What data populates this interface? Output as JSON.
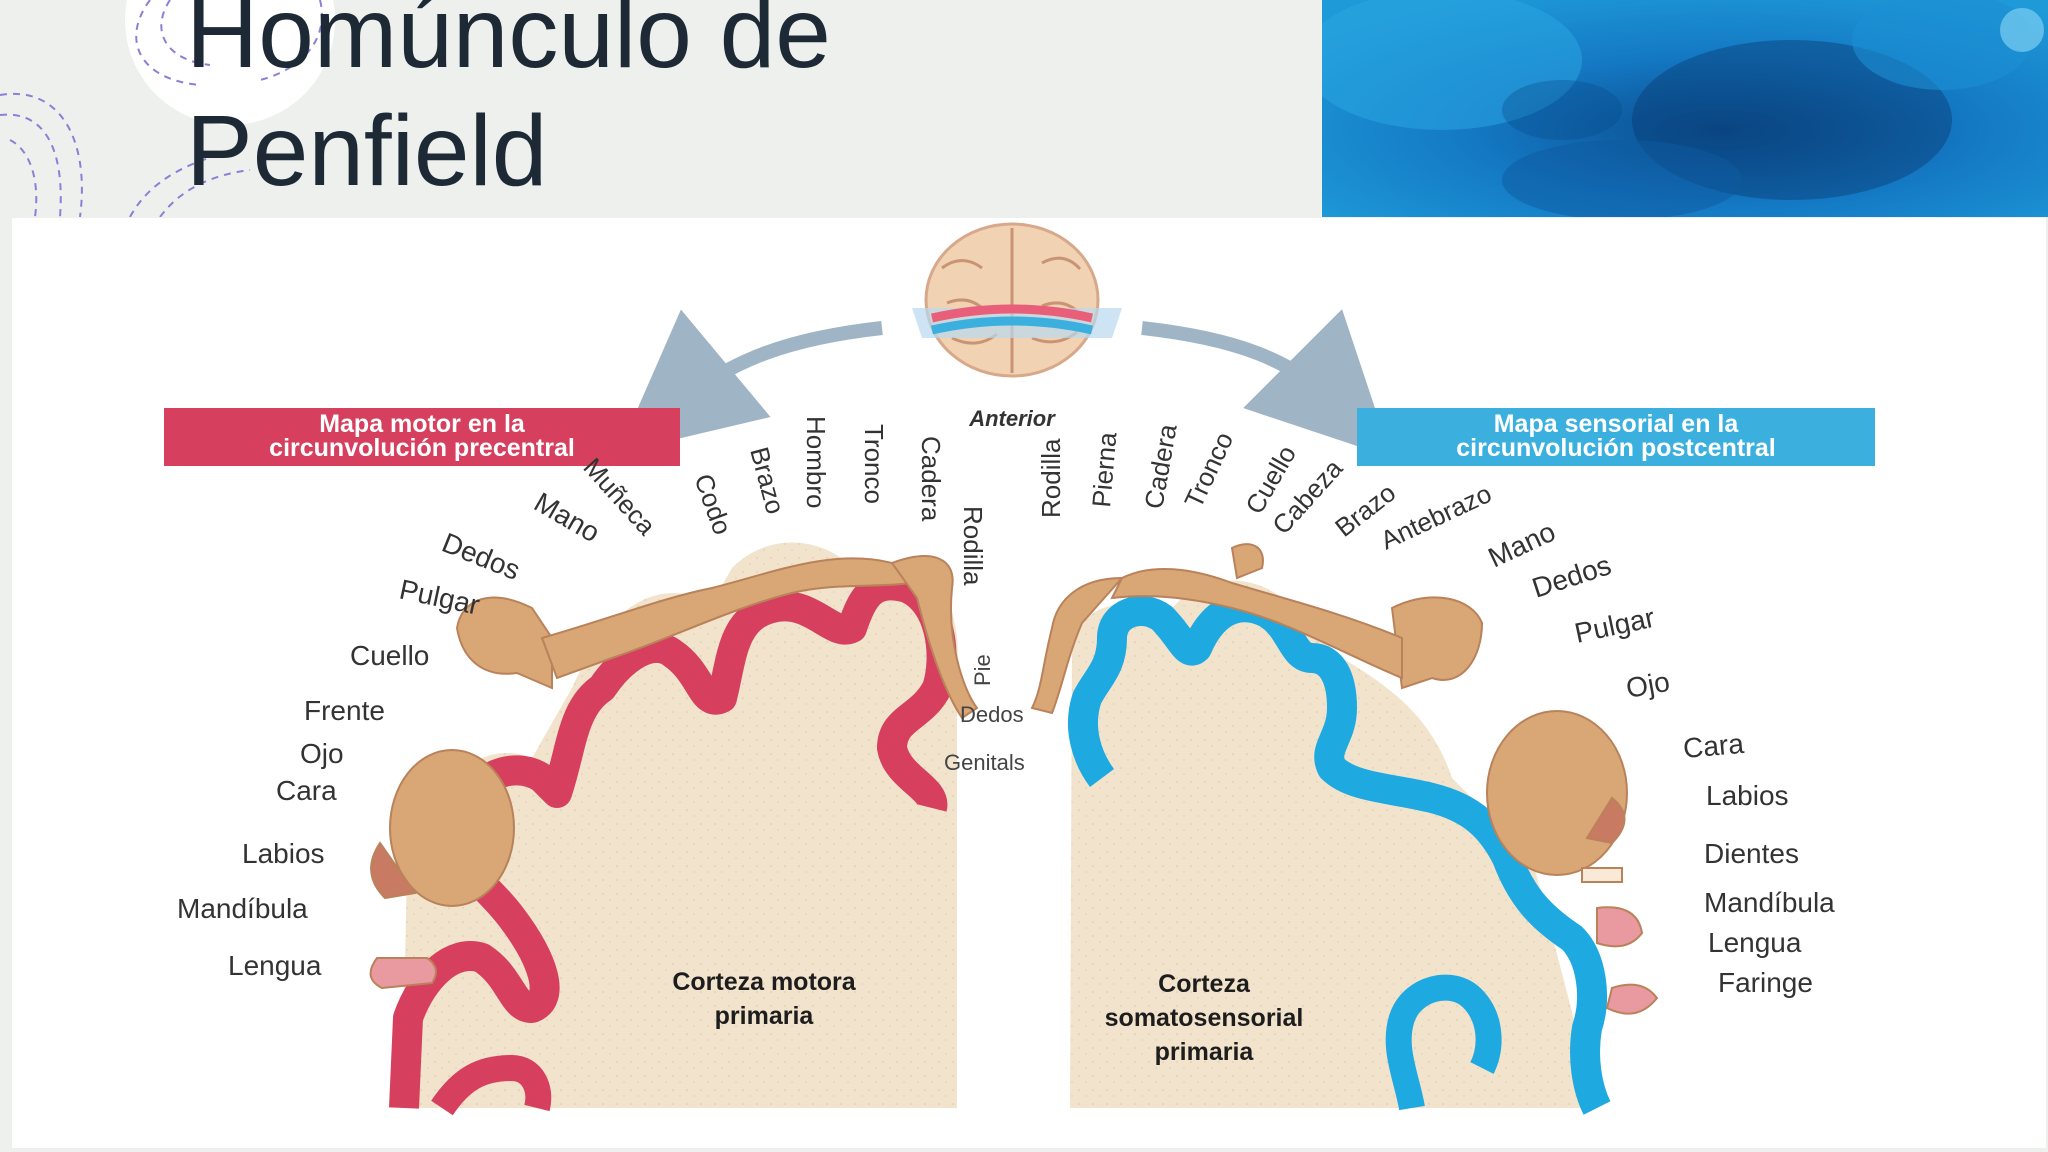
{
  "slide": {
    "title_line1": "Homúnculo de",
    "title_line2": "Penfield"
  },
  "diagram": {
    "anterior": "Anterior",
    "motor_map": {
      "title_line1": "Mapa motor en la",
      "title_line2": "circunvolución precentral",
      "color": "#d6405e",
      "arc_labels": [
        "Muñeca",
        "Codo",
        "Brazo",
        "Hombro",
        "Tronco",
        "Cadera",
        "Rodilla"
      ],
      "side_labels": [
        "Mano",
        "Dedos",
        "Pulgar",
        "Cuello",
        "Frente",
        "Ojo",
        "Cara",
        "Labios",
        "Mandíbula",
        "Lengua"
      ],
      "small_labels": [
        "Pie",
        "Dedos",
        "Genitals"
      ],
      "cortex_line1": "Corteza motora",
      "cortex_line2": "primaria"
    },
    "sensory_map": {
      "title_line1": "Mapa sensorial en la",
      "title_line2": "circunvolución postcentral",
      "color": "#1ea9e1",
      "arc_labels": [
        "Rodilla",
        "Pierna",
        "Cadera",
        "Tronco",
        "Cuello",
        "Cabeza",
        "Brazo",
        "Antebrazo",
        "Mano",
        "Dedos",
        "Pulgar"
      ],
      "side_labels": [
        "Ojo",
        "Cara",
        "Labios",
        "Dientes",
        "Mandíbula",
        "Lengua",
        "Faringe"
      ],
      "cortex_line1": "Corteza",
      "cortex_line2": "somatosensorial",
      "cortex_line3": "primaria"
    },
    "colors": {
      "brain_tissue": "#f2e3cc",
      "skin": "#d9a676",
      "label_text": "#333333",
      "motor_header": "#d6405e",
      "sensory_header": "#3bb0df"
    }
  }
}
